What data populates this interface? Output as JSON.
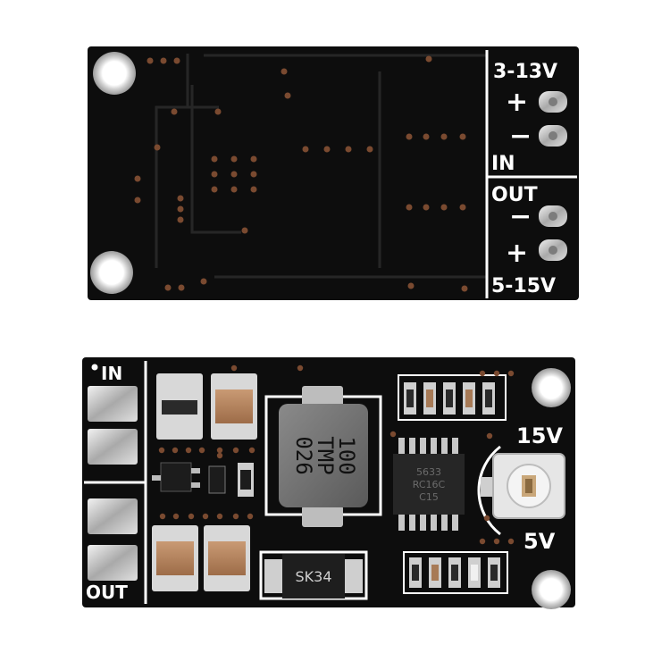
{
  "board_top": {
    "input_voltage_label": "3-13V",
    "input_label": "IN",
    "output_label": "OUT",
    "output_voltage_label": "5-15V",
    "plus_label": "+",
    "minus_label": "−"
  },
  "board_bottom": {
    "in_label": "IN",
    "out_label": "OUT",
    "inductor_marking": [
      "100",
      "TMP",
      "026"
    ],
    "diode_marking": "SK34",
    "ic_marking": [
      "5633",
      "RC16C",
      "C15"
    ],
    "pot_max_label": "15V",
    "pot_min_label": "5V"
  },
  "colors": {
    "pcb": "#0d0d0d",
    "silkscreen": "#ffffff",
    "pad": "#c8c8c8",
    "via": "#8a4a2a",
    "capacitor": "#b9825c"
  }
}
